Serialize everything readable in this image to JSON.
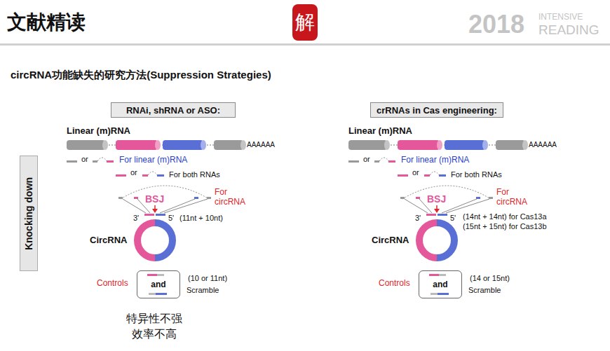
{
  "diagram": {
    "title": "circRNA功能缺失的研究方法(Suppression Strategies)",
    "nodes": [
      {
        "text": [
          "解"
        ]
      },
      {
        "text": [
          "Knocking down"
        ]
      },
      {
        "text": [
          "RNAi, shRNA or ASO:"
        ]
      },
      {
        "text": [
          "and"
        ]
      },
      {
        "text": [
          "crRNAs in Cas engineering:"
        ]
      },
      {
        "text": [
          "and"
        ]
      }
    ],
    "labels": [
      "文献精读",
      "2018",
      "INTENSIVE",
      "READING",
      "Linear (m)RNA",
      "AAAAAA",
      "or",
      "For linear (m)RNA",
      "or",
      "For both RNAs",
      "For circRNA",
      "BSJ",
      "3'",
      "5'",
      "(11nt + 10nt)",
      "CircRNA",
      "Controls",
      "(10 or 11nt)",
      "Scramble",
      "特异性不强",
      "效率不高",
      "Linear (m)RNA",
      "AAAAAA",
      "or",
      "For linear (m)RNA",
      "or",
      "For both RNAs",
      "For circRNA",
      "BSJ",
      "3'",
      "5'",
      "(14nt + 14nt) for Cas13a",
      "(15nt + 15nt) for Cas13b",
      "CircRNA",
      "Controls",
      "(14 or 15nt)",
      "Scramble"
    ]
  }
}
